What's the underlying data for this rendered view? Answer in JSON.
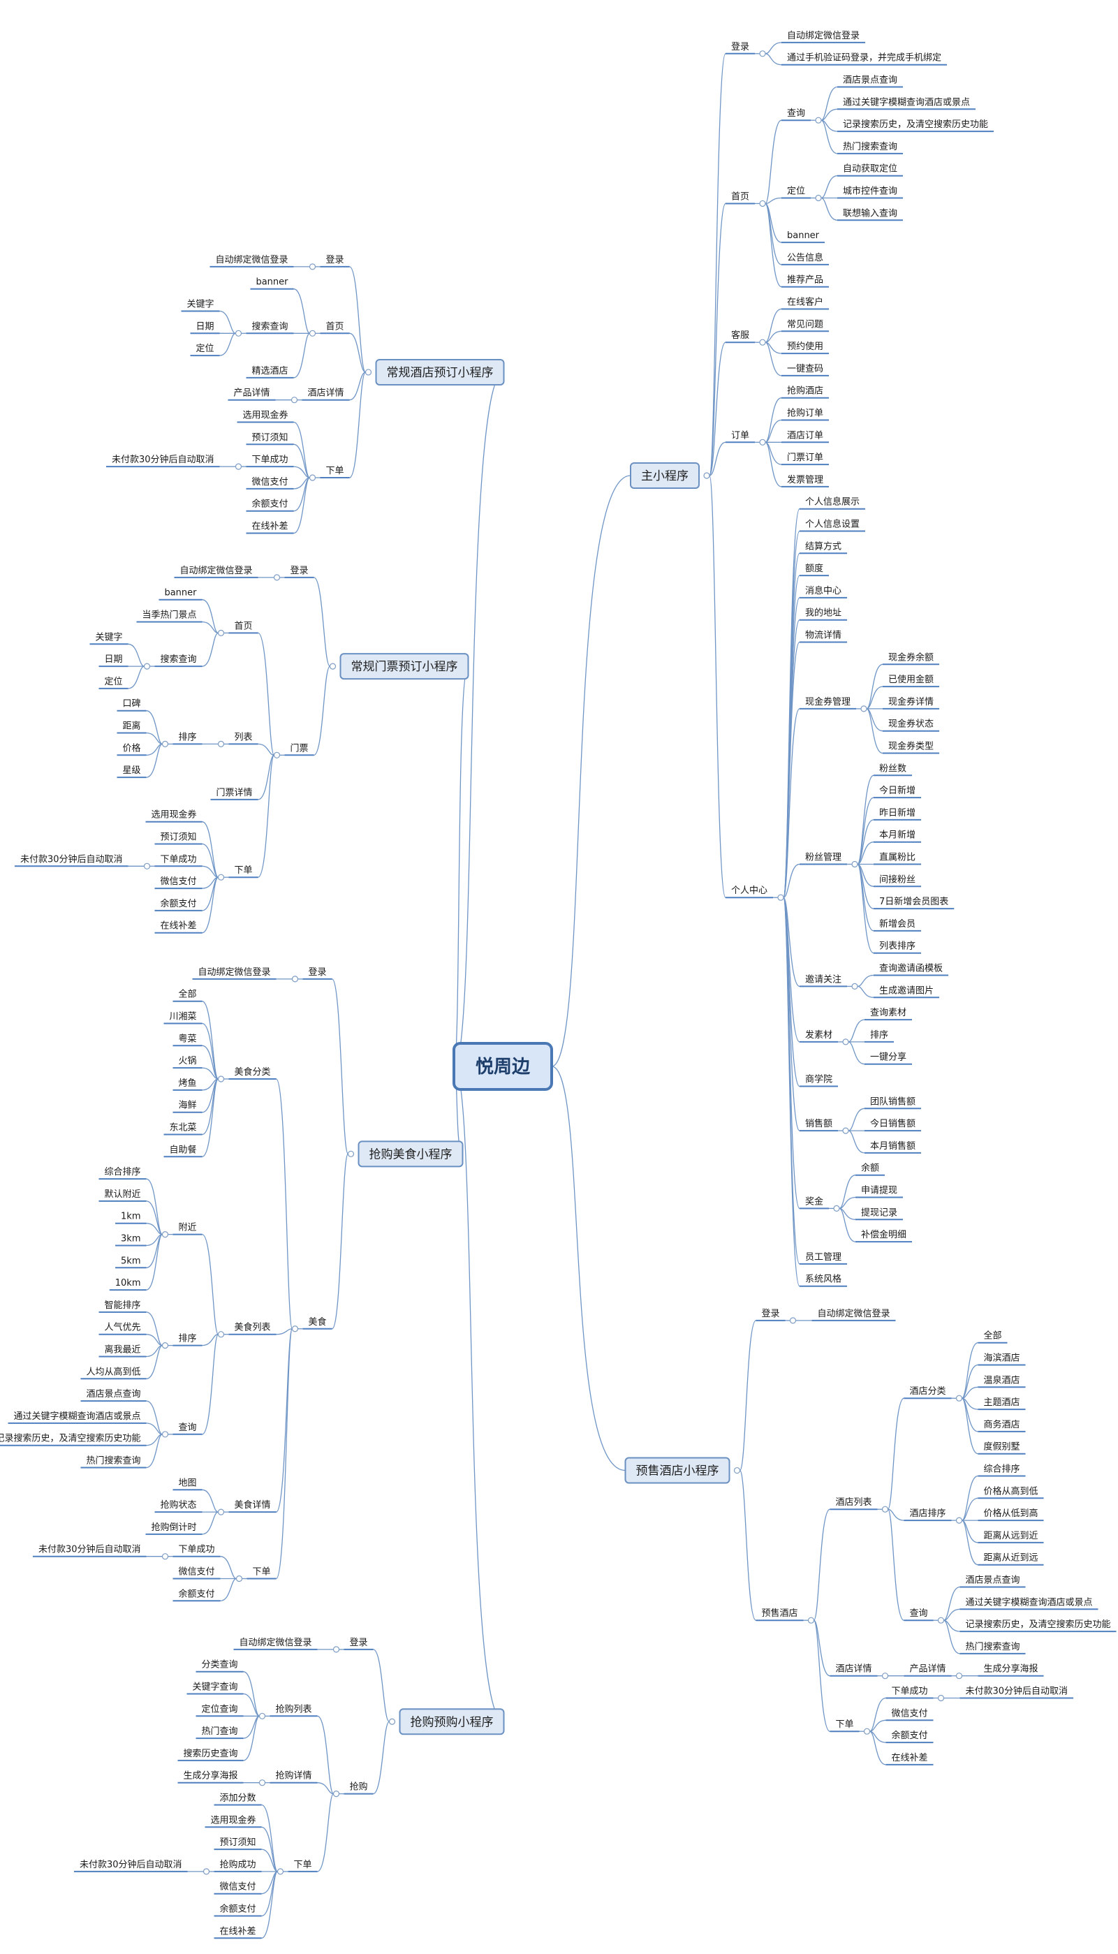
{
  "root": {
    "label": "悦周边"
  },
  "branches": [
    {
      "label": "主小程序",
      "children": [
        {
          "label": "登录",
          "children": [
            {
              "label": "自动绑定微信登录"
            },
            {
              "label": "通过手机验证码登录，并完成手机绑定"
            }
          ]
        },
        {
          "label": "首页",
          "children": [
            {
              "label": "查询",
              "children": [
                {
                  "label": "酒店景点查询"
                },
                {
                  "label": "通过关键字模糊查询酒店或景点"
                },
                {
                  "label": "记录搜索历史，及清空搜索历史功能"
                },
                {
                  "label": "热门搜索查询"
                }
              ]
            },
            {
              "label": "定位",
              "children": [
                {
                  "label": "自动获取定位"
                },
                {
                  "label": "城市控件查询"
                },
                {
                  "label": "联想输入查询"
                }
              ]
            },
            {
              "label": "banner"
            },
            {
              "label": "公告信息"
            },
            {
              "label": "推荐产品"
            }
          ]
        },
        {
          "label": "客服",
          "children": [
            {
              "label": "在线客户"
            },
            {
              "label": "常见问题"
            },
            {
              "label": "预约使用"
            },
            {
              "label": "一键查码"
            }
          ]
        },
        {
          "label": "订单",
          "children": [
            {
              "label": "抢购酒店"
            },
            {
              "label": "抢购订单"
            },
            {
              "label": "酒店订单"
            },
            {
              "label": "门票订单"
            },
            {
              "label": "发票管理"
            }
          ]
        },
        {
          "label": "个人中心",
          "children": [
            {
              "label": "个人信息展示"
            },
            {
              "label": "个人信息设置"
            },
            {
              "label": "结算方式"
            },
            {
              "label": "额度"
            },
            {
              "label": "消息中心"
            },
            {
              "label": "我的地址"
            },
            {
              "label": "物流详情"
            },
            {
              "label": "现金券管理",
              "children": [
                {
                  "label": "现金券余额"
                },
                {
                  "label": "已使用金额"
                },
                {
                  "label": "现金券详情"
                },
                {
                  "label": "现金券状态"
                },
                {
                  "label": "现金券类型"
                }
              ]
            },
            {
              "label": "粉丝管理",
              "children": [
                {
                  "label": "粉丝数"
                },
                {
                  "label": "今日新增"
                },
                {
                  "label": "昨日新增"
                },
                {
                  "label": "本月新增"
                },
                {
                  "label": "直属粉比"
                },
                {
                  "label": "间接粉丝"
                },
                {
                  "label": "7日新增会员图表"
                },
                {
                  "label": "新增会员"
                },
                {
                  "label": "列表排序"
                }
              ]
            },
            {
              "label": "邀请关注",
              "children": [
                {
                  "label": "查询邀请函模板"
                },
                {
                  "label": "生成邀请图片"
                }
              ]
            },
            {
              "label": "发素材",
              "children": [
                {
                  "label": "查询素材"
                },
                {
                  "label": "排序"
                },
                {
                  "label": "一键分享"
                }
              ]
            },
            {
              "label": "商学院"
            },
            {
              "label": "销售额",
              "children": [
                {
                  "label": "团队销售额"
                },
                {
                  "label": "今日销售额"
                },
                {
                  "label": "本月销售额"
                }
              ]
            },
            {
              "label": "奖金",
              "children": [
                {
                  "label": "余额"
                },
                {
                  "label": "申请提现"
                },
                {
                  "label": "提现记录"
                },
                {
                  "label": "补偿金明细"
                }
              ]
            },
            {
              "label": "员工管理"
            },
            {
              "label": "系统风格"
            }
          ]
        }
      ]
    },
    {
      "label": "预售酒店小程序",
      "children": [
        {
          "label": "登录",
          "children": [
            {
              "label": "自动绑定微信登录"
            }
          ]
        },
        {
          "label": "预售酒店",
          "children": [
            {
              "label": "酒店列表",
              "children": [
                {
                  "label": "酒店分类",
                  "children": [
                    {
                      "label": "全部"
                    },
                    {
                      "label": "海滨酒店"
                    },
                    {
                      "label": "温泉酒店"
                    },
                    {
                      "label": "主题酒店"
                    },
                    {
                      "label": "商务酒店"
                    },
                    {
                      "label": "度假别墅"
                    }
                  ]
                },
                {
                  "label": "酒店排序",
                  "children": [
                    {
                      "label": "综合排序"
                    },
                    {
                      "label": "价格从高到低"
                    },
                    {
                      "label": "价格从低到高"
                    },
                    {
                      "label": "距离从远到近"
                    },
                    {
                      "label": "距离从近到远"
                    }
                  ]
                },
                {
                  "label": "查询",
                  "children": [
                    {
                      "label": "酒店景点查询"
                    },
                    {
                      "label": "通过关键字模糊查询酒店或景点"
                    },
                    {
                      "label": "记录搜索历史，及清空搜索历史功能"
                    },
                    {
                      "label": "热门搜索查询"
                    }
                  ]
                }
              ]
            },
            {
              "label": "酒店详情",
              "children": [
                {
                  "label": "产品详情",
                  "children": [
                    {
                      "label": "生成分享海报"
                    }
                  ]
                }
              ]
            },
            {
              "label": "下单",
              "children": [
                {
                  "label": "下单成功",
                  "children": [
                    {
                      "label": "未付款30分钟后自动取消"
                    }
                  ]
                },
                {
                  "label": "微信支付"
                },
                {
                  "label": "余额支付"
                },
                {
                  "label": "在线补差"
                }
              ]
            }
          ]
        }
      ]
    },
    {
      "label": "常规酒店预订小程序",
      "children": [
        {
          "label": "登录",
          "children": [
            {
              "label": "自动绑定微信登录"
            }
          ]
        },
        {
          "label": "首页",
          "children": [
            {
              "label": "banner"
            },
            {
              "label": "搜索查询",
              "children": [
                {
                  "label": "关键字"
                },
                {
                  "label": "日期"
                },
                {
                  "label": "定位"
                }
              ]
            },
            {
              "label": "精选酒店"
            }
          ]
        },
        {
          "label": "酒店详情",
          "children": [
            {
              "label": "产品详情"
            }
          ]
        },
        {
          "label": "下单",
          "children": [
            {
              "label": "选用现金券"
            },
            {
              "label": "预订须知"
            },
            {
              "label": "下单成功",
              "children": [
                {
                  "label": "未付款30分钟后自动取消"
                }
              ]
            },
            {
              "label": "微信支付"
            },
            {
              "label": "余额支付"
            },
            {
              "label": "在线补差"
            }
          ]
        }
      ]
    },
    {
      "label": "常规门票预订小程序",
      "children": [
        {
          "label": "登录",
          "children": [
            {
              "label": "自动绑定微信登录"
            }
          ]
        },
        {
          "label": "门票",
          "children": [
            {
              "label": "首页",
              "children": [
                {
                  "label": "banner"
                },
                {
                  "label": "当季热门景点"
                },
                {
                  "label": "搜索查询",
                  "children": [
                    {
                      "label": "关键字"
                    },
                    {
                      "label": "日期"
                    },
                    {
                      "label": "定位"
                    }
                  ]
                }
              ]
            },
            {
              "label": "列表",
              "children": [
                {
                  "label": "排序",
                  "children": [
                    {
                      "label": "口碑"
                    },
                    {
                      "label": "距离"
                    },
                    {
                      "label": "价格"
                    },
                    {
                      "label": "星级"
                    }
                  ]
                }
              ]
            },
            {
              "label": "门票详情"
            },
            {
              "label": "下单",
              "children": [
                {
                  "label": "选用现金券"
                },
                {
                  "label": "预订须知"
                },
                {
                  "label": "下单成功",
                  "children": [
                    {
                      "label": "未付款30分钟后自动取消"
                    }
                  ]
                },
                {
                  "label": "微信支付"
                },
                {
                  "label": "余额支付"
                },
                {
                  "label": "在线补差"
                }
              ]
            }
          ]
        }
      ]
    },
    {
      "label": "抢购美食小程序",
      "children": [
        {
          "label": "登录",
          "children": [
            {
              "label": "自动绑定微信登录"
            }
          ]
        },
        {
          "label": "美食",
          "children": [
            {
              "label": "美食分类",
              "children": [
                {
                  "label": "全部"
                },
                {
                  "label": "川湘菜"
                },
                {
                  "label": "粤菜"
                },
                {
                  "label": "火锅"
                },
                {
                  "label": "烤鱼"
                },
                {
                  "label": "海鲜"
                },
                {
                  "label": "东北菜"
                },
                {
                  "label": "自助餐"
                }
              ]
            },
            {
              "label": "美食列表",
              "children": [
                {
                  "label": "附近",
                  "children": [
                    {
                      "label": "综合排序"
                    },
                    {
                      "label": "默认附近"
                    },
                    {
                      "label": "1km"
                    },
                    {
                      "label": "3km"
                    },
                    {
                      "label": "5km"
                    },
                    {
                      "label": "10km"
                    }
                  ]
                },
                {
                  "label": "排序",
                  "children": [
                    {
                      "label": "智能排序"
                    },
                    {
                      "label": "人气优先"
                    },
                    {
                      "label": "离我最近"
                    },
                    {
                      "label": "人均从高到低"
                    }
                  ]
                },
                {
                  "label": "查询",
                  "children": [
                    {
                      "label": "酒店景点查询"
                    },
                    {
                      "label": "通过关键字模糊查询酒店或景点"
                    },
                    {
                      "label": "记录搜索历史，及清空搜索历史功能"
                    },
                    {
                      "label": "热门搜索查询"
                    }
                  ]
                }
              ]
            },
            {
              "label": "美食详情",
              "children": [
                {
                  "label": "地图"
                },
                {
                  "label": "抢购状态"
                },
                {
                  "label": "抢购倒计时"
                }
              ]
            },
            {
              "label": "下单",
              "children": [
                {
                  "label": "下单成功",
                  "children": [
                    {
                      "label": "未付款30分钟后自动取消"
                    }
                  ]
                },
                {
                  "label": "微信支付"
                },
                {
                  "label": "余额支付"
                }
              ]
            }
          ]
        }
      ]
    },
    {
      "label": "抢购预购小程序",
      "children": [
        {
          "label": "登录",
          "children": [
            {
              "label": "自动绑定微信登录"
            }
          ]
        },
        {
          "label": "抢购",
          "children": [
            {
              "label": "抢购列表",
              "children": [
                {
                  "label": "分类查询"
                },
                {
                  "label": "关键字查询"
                },
                {
                  "label": "定位查询"
                },
                {
                  "label": "热门查询"
                },
                {
                  "label": "搜索历史查询"
                }
              ]
            },
            {
              "label": "抢购详情",
              "children": [
                {
                  "label": "生成分享海报"
                }
              ]
            },
            {
              "label": "下单",
              "children": [
                {
                  "label": "添加分数"
                },
                {
                  "label": "选用现金券"
                },
                {
                  "label": "预订须知"
                },
                {
                  "label": "抢购成功",
                  "children": [
                    {
                      "label": "未付款30分钟后自动取消"
                    }
                  ]
                },
                {
                  "label": "微信支付"
                },
                {
                  "label": "余额支付"
                },
                {
                  "label": "在线补差"
                }
              ]
            }
          ]
        }
      ]
    }
  ]
}
